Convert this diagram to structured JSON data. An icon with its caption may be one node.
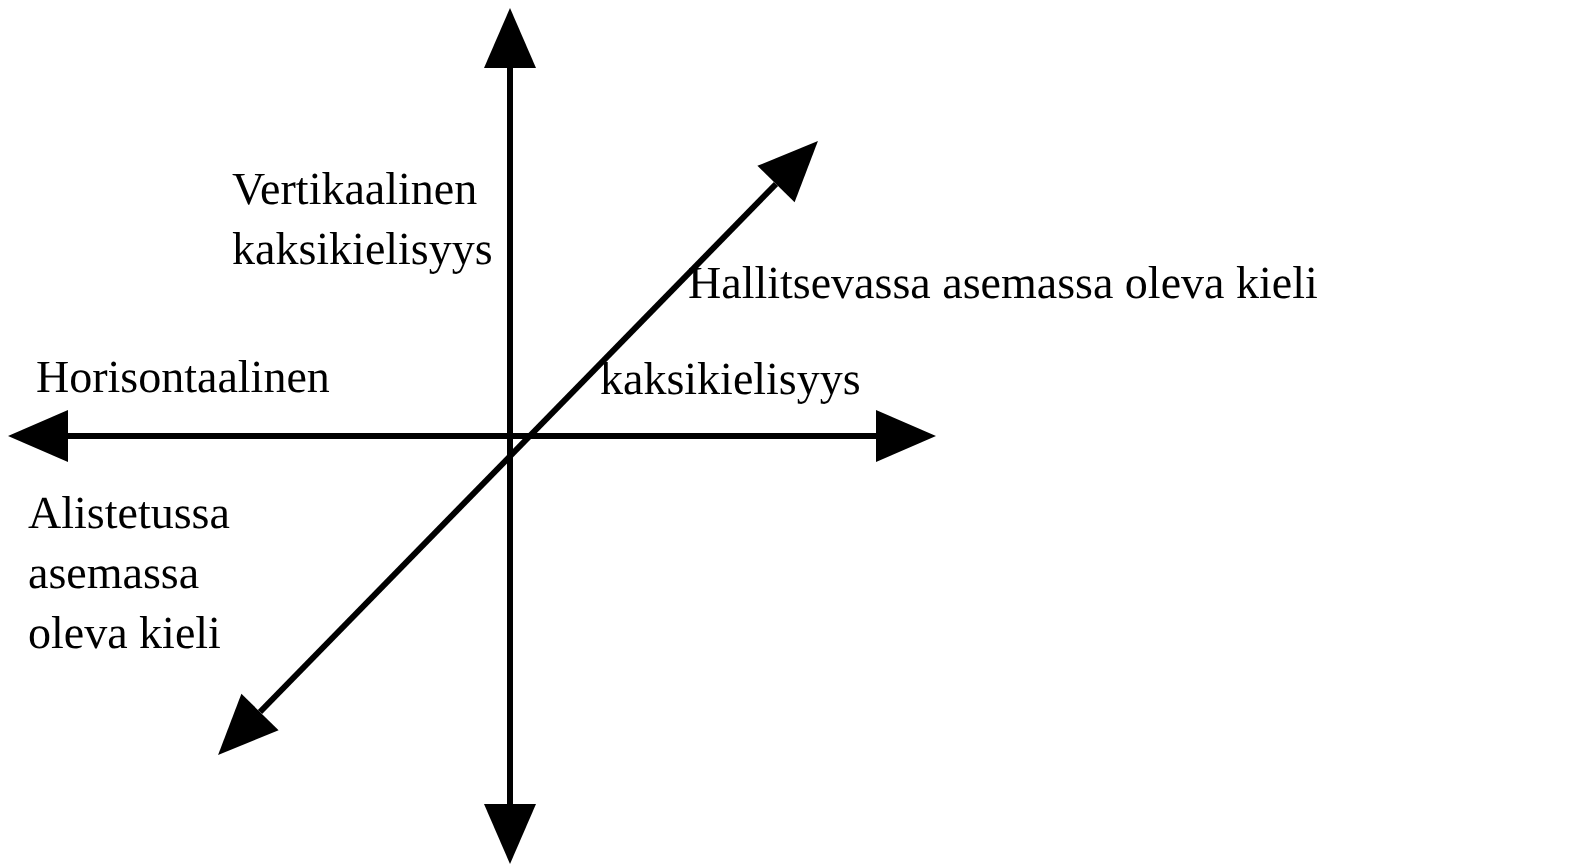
{
  "diagram": {
    "labels": [
      "Vertikaalinen kaksikielisyys",
      "Hallitsevassa asemassa oleva kieli",
      "Horisontaalinen",
      "kaksikielisyys",
      "Alistetussa asemassa oleva kieli"
    ]
  }
}
